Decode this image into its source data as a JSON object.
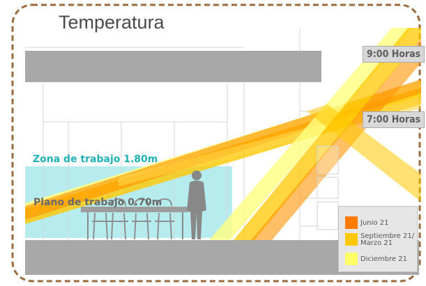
{
  "title": "Temperatura",
  "labels": {
    "work_zone": "Zona de trabajo 1.80m",
    "work_plane": "Plano de trabajo 0.70m"
  },
  "hours": {
    "nine": "9:00 Horas",
    "seven": "7:00 Horas"
  },
  "legend": {
    "items": [
      {
        "label": "Junio 21",
        "color": "#ff7a00"
      },
      {
        "label": "Septiembre 21/\nMarzo 21",
        "color": "#ffc800"
      },
      {
        "label": "Diciembre 21",
        "color": "#ffff66"
      }
    ]
  },
  "colors": {
    "frame_border": "#9b6a3c",
    "wall": "#a8a8a8",
    "zone": "#9fe6ea",
    "beam_orange": "#ff9400",
    "beam_yellow": "#ffc800",
    "beam_pale": "#ffff80"
  }
}
